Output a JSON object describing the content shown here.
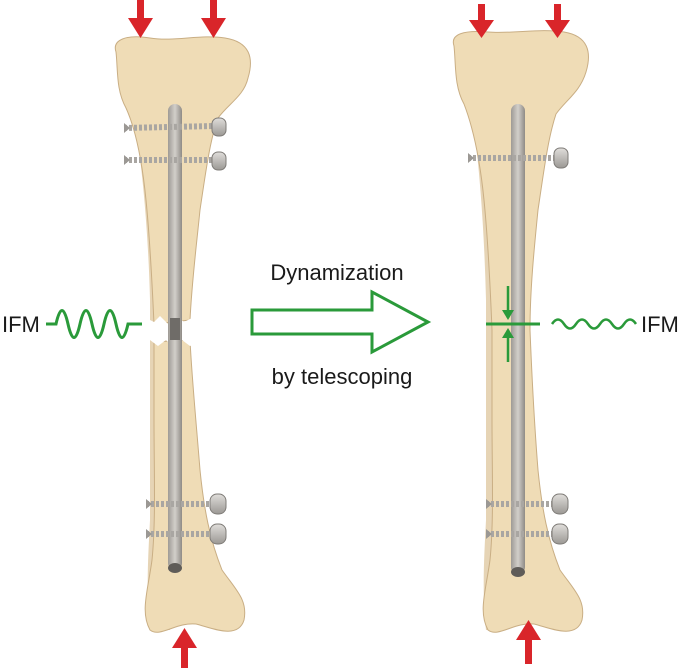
{
  "labels": {
    "ifm_left": "IFM",
    "ifm_right": "IFM",
    "arrow_top": "Dynamization",
    "arrow_bottom": "by telescoping"
  },
  "colors": {
    "bone_fill": "#efdcb6",
    "bone_shade": "#dcc296",
    "bone_outline": "#c9ae84",
    "nail": "#b7b3ad",
    "nail_dark": "#8c8984",
    "screw": "#bdbbb8",
    "force_arrow": "#d9252a",
    "dynamization_arrow": "#2a9a3a",
    "ifm_wave": "#2a9a3a"
  },
  "icons": [
    "compression-arrow-icon",
    "locking-screw-icon",
    "wave-icon",
    "hollow-arrow-icon"
  ]
}
